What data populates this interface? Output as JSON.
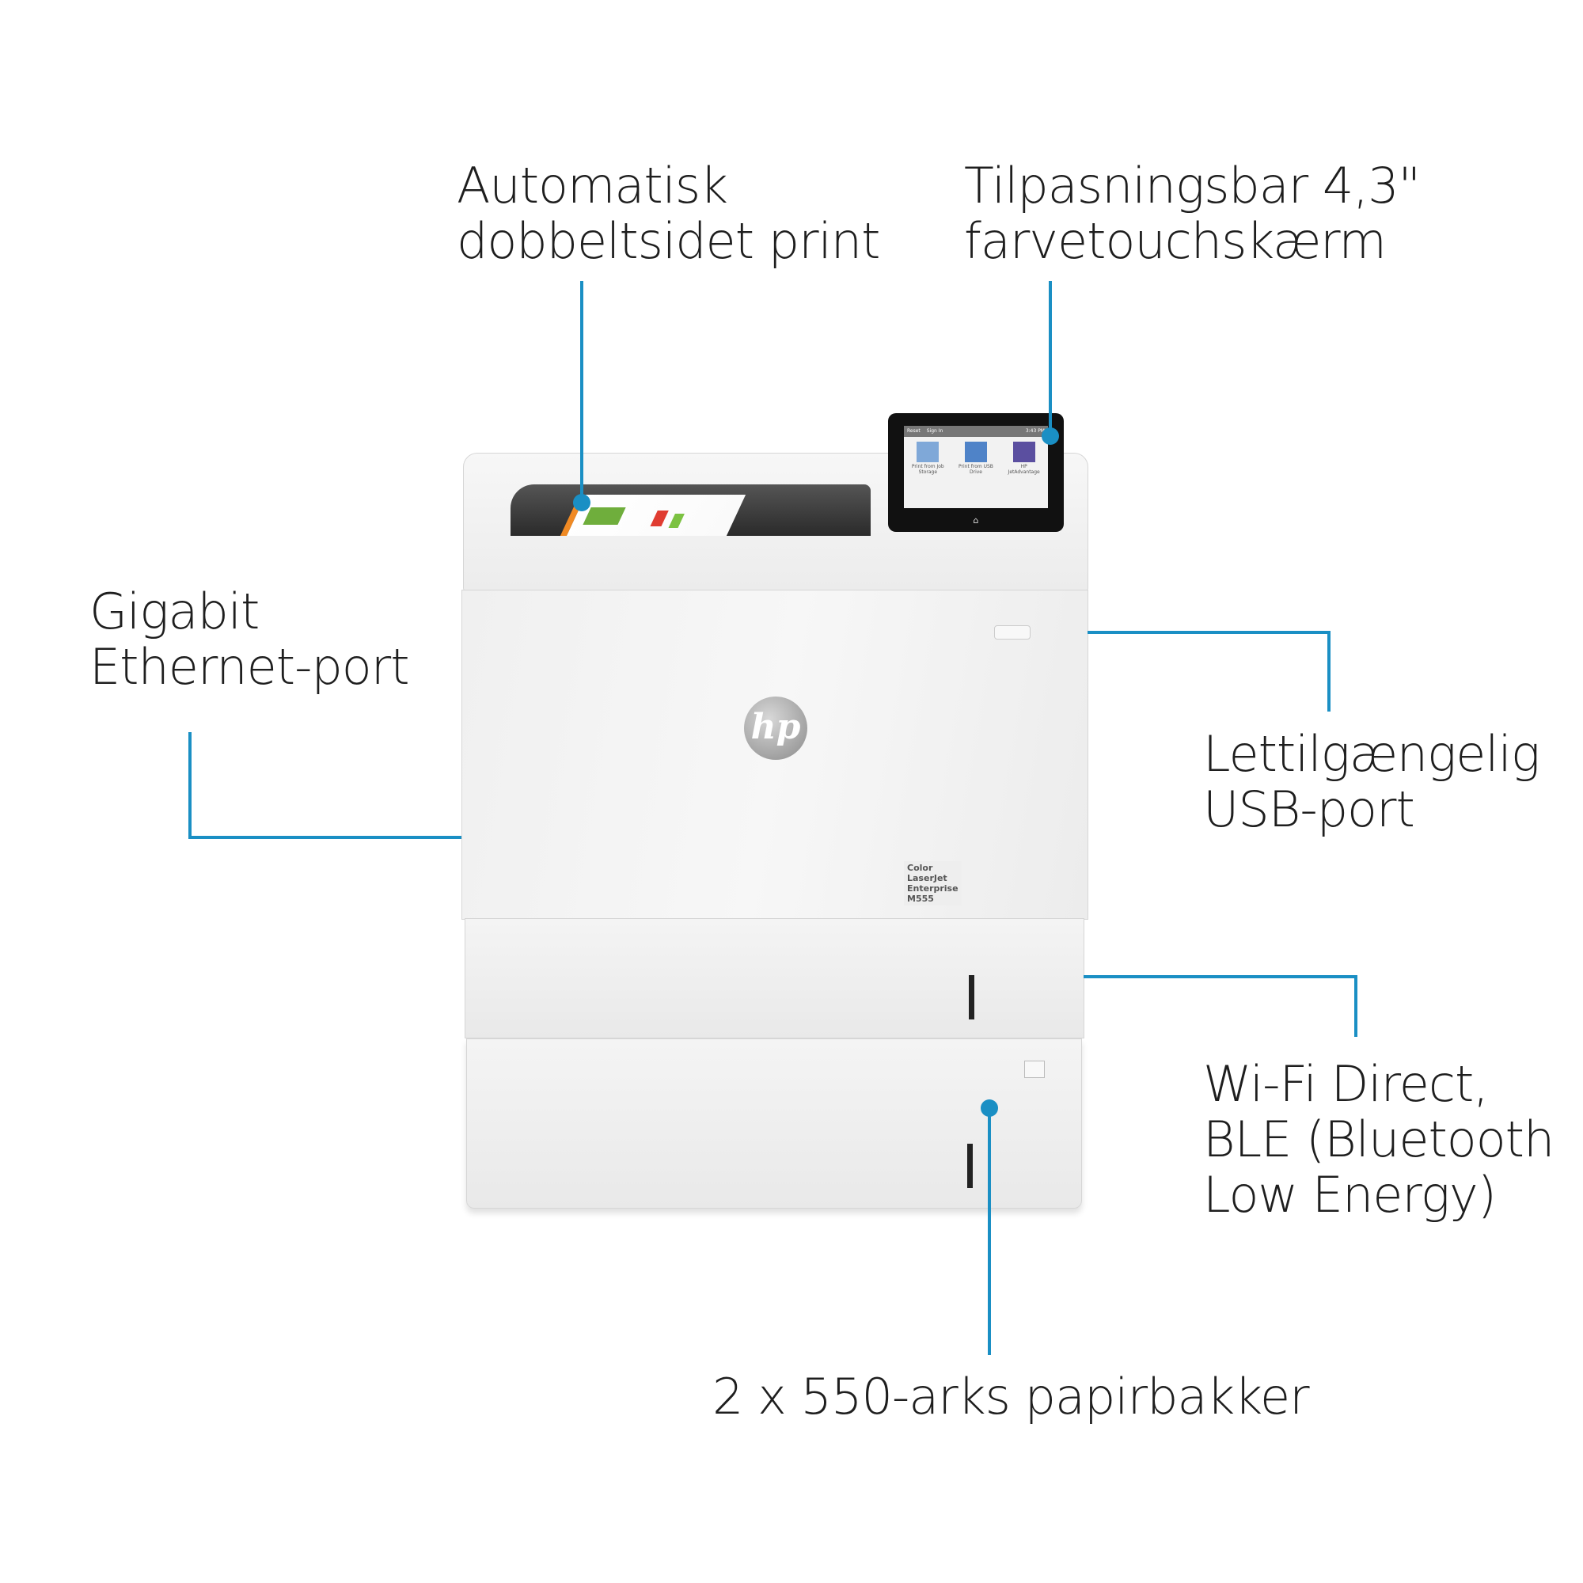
{
  "callouts": {
    "duplex": [
      "Automatisk",
      "dobbeltsidet print"
    ],
    "touchscreen": [
      "Tilpasningsbar 4,3\"",
      "farvetouchskærm"
    ],
    "ethernet": [
      "Gigabit",
      "Ethernet-port"
    ],
    "usb": [
      "Lettilgængelig",
      "USB-port"
    ],
    "wireless": [
      "Wi-Fi Direct,",
      "BLE (Bluetooth",
      "Low Energy)"
    ],
    "trays": "2 x 550-arks papirbakker"
  },
  "printer": {
    "model_label": "Color LaserJet Enterprise M555",
    "logo": "hp",
    "screen": {
      "header": [
        "Reset",
        "Sign In"
      ],
      "time": "3:43 PM",
      "tiles": [
        "Print from Job Storage",
        "Print from USB Drive",
        "HP JetAdvantage"
      ]
    }
  },
  "colors": {
    "accent": "#1a8fc4"
  }
}
